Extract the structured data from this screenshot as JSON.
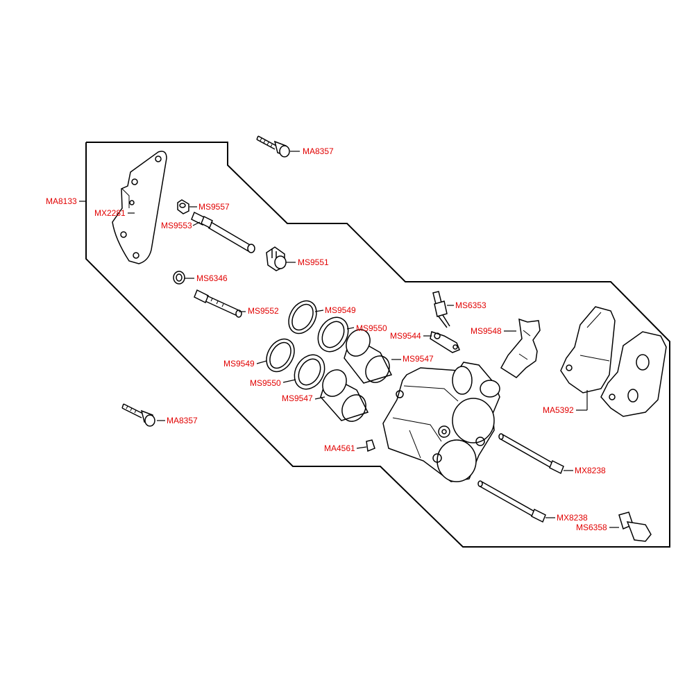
{
  "colors": {
    "label": "#e10000",
    "line": "#000000",
    "background": "#ffffff"
  },
  "parts": {
    "ma8357_top": "MA8357",
    "ma8133": "MA8133",
    "mx2281": "MX2281",
    "ms9557": "MS9557",
    "ms9553": "MS9553",
    "ms9551": "MS9551",
    "ms6346": "MS6346",
    "ms9552": "MS9552",
    "ms9549_top": "MS9549",
    "ms9550_top": "MS9550",
    "ms9549_left": "MS9549",
    "ms9550_left": "MS9550",
    "ms9547_top": "MS9547",
    "ms9547_left": "MS9547",
    "ms6353": "MS6353",
    "ms9544": "MS9544",
    "ms9548": "MS9548",
    "ma5392": "MA5392",
    "ma8357_left": "MA8357",
    "ma4561": "MA4561",
    "mx8238_upper": "MX8238",
    "mx8238_lower": "MX8238",
    "ms6358": "MS6358"
  }
}
